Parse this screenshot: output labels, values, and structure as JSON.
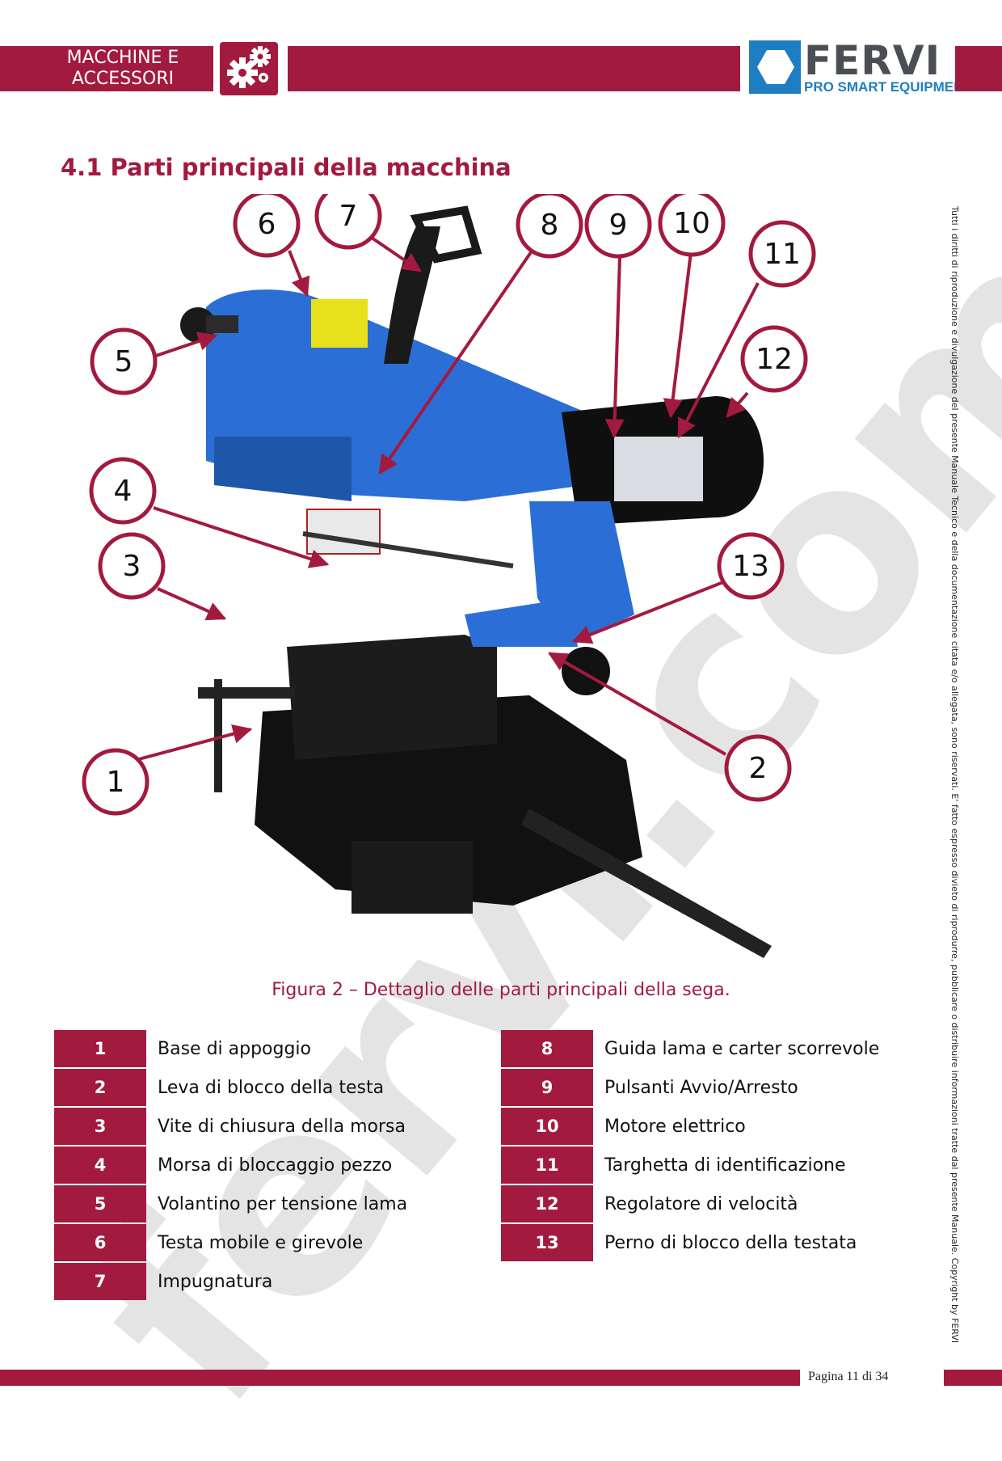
{
  "header": {
    "section_line1": "MACCHINE E",
    "section_line2": "ACCESSORI",
    "logo_name": "FERVI",
    "logo_tagline": "PRO SMART EQUIPMENT",
    "brand_color": "#a31a3f",
    "logo_blue": "#1f7dc1",
    "gear_icon": "gears-icon"
  },
  "section_title": "4.1 Parti principali della macchina",
  "figure": {
    "callouts": [
      "1",
      "2",
      "3",
      "4",
      "5",
      "6",
      "7",
      "8",
      "9",
      "10",
      "11",
      "12",
      "13"
    ],
    "caption": "Figura 2 – Dettaglio delle parti principali della sega."
  },
  "legend_left": [
    {
      "num": "1",
      "label": "Base di appoggio"
    },
    {
      "num": "2",
      "label": "Leva di blocco della testa"
    },
    {
      "num": "3",
      "label": "Vite di chiusura della morsa"
    },
    {
      "num": "4",
      "label": "Morsa di bloccaggio pezzo"
    },
    {
      "num": "5",
      "label": "Volantino per tensione lama"
    },
    {
      "num": "6",
      "label": "Testa mobile e girevole"
    },
    {
      "num": "7",
      "label": "Impugnatura"
    }
  ],
  "legend_right": [
    {
      "num": "8",
      "label": "Guida lama e carter scorrevole"
    },
    {
      "num": "9",
      "label": "Pulsanti Avvio/Arresto"
    },
    {
      "num": "10",
      "label": "Motore elettrico"
    },
    {
      "num": "11",
      "label": "Targhetta di identificazione"
    },
    {
      "num": "12",
      "label": "Regolatore di velocità"
    },
    {
      "num": "13",
      "label": "Perno di blocco della testata"
    }
  ],
  "side_notice": "Tutti i diritti di riproduzione e divulgazione del presente Manuale Tecnico e della documentazione citata e/o allegata, sono riservati. E' fatto espresso divieto di riprodurre, pubblicare o distribuire informazioni tratte dal presente Manuale. Copyright by FERVI",
  "watermark": "fervi.com",
  "footer": {
    "page": "Pagina 11 di 34"
  }
}
